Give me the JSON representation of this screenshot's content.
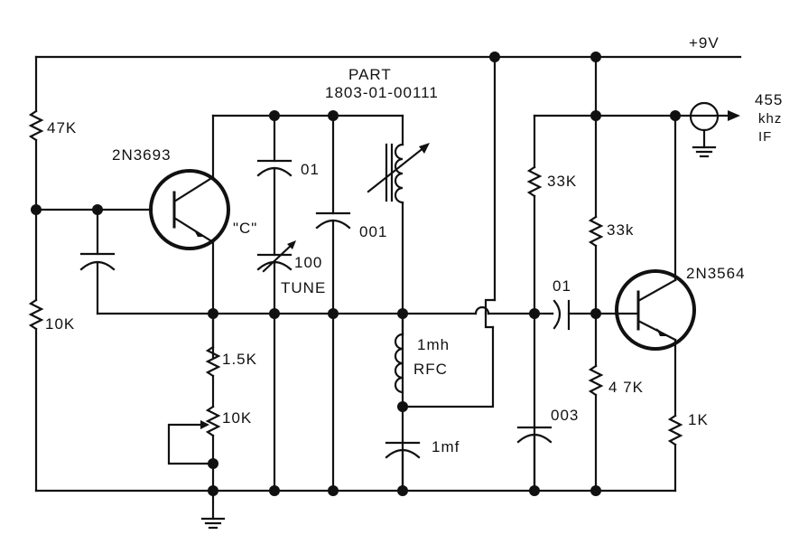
{
  "title": "455 kHz IF oscillator / buffer amplifier schematic",
  "supply": {
    "label": "+9V"
  },
  "output": {
    "freq": "455",
    "unit": "khz",
    "type": "IF"
  },
  "transistors": {
    "q1": {
      "part": "2N3693",
      "note": "\"C\""
    },
    "q2": {
      "part": "2N3564"
    }
  },
  "resistors": {
    "r_bias_top": "47K",
    "r_bias_bottom": "10K",
    "r_emitter": "1.5K",
    "r_pot": "10K",
    "r_q2_collector_load": "33K",
    "r_q2_bias_top": "33k",
    "r_q2_bias_bottom": "4 7K",
    "r_q2_emitter": "1K"
  },
  "capacitors": {
    "c_tank_series": "01",
    "c_tank_tune_value": "100",
    "c_tank_tune_label": "TUNE",
    "c_tank_parallel": "001",
    "c_coupling": "01",
    "c_bypass_rfc": "1mf",
    "c_q2_base": "003"
  },
  "inductors": {
    "tank_coil_part_label": "PART",
    "tank_coil_part_number": "1803-01-00111",
    "rfc_value": "1mh",
    "rfc_label": "RFC"
  }
}
